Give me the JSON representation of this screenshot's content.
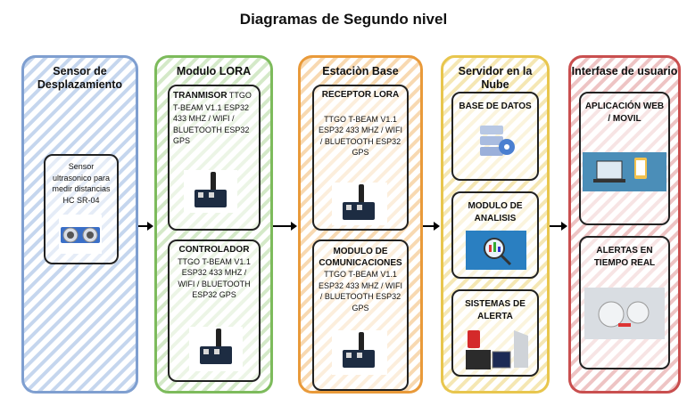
{
  "title": "Diagramas de Segundo nivel",
  "lanes": {
    "sensor": {
      "title": "Sensor de Desplazamiento",
      "box_text": "Sensor ultrasonico para medir distancias HC SR-04",
      "image": "ultrasonic-sensor-image",
      "color": "#7f9fd0"
    },
    "lora": {
      "title": "Modulo LORA",
      "transmitter_title": "TRANMISOR",
      "transmitter_text": "TTGO T-BEAM V1.1 ESP32 433 MHZ / WIFI / BLUETOOTH ESP32 GPS",
      "controller_title": "CONTROLADOR",
      "controller_text": "TTGO T-BEAM V1.1 ESP32 433 MHZ / WIFI / BLUETOOTH ESP32 GPS",
      "color": "#7dbb5c"
    },
    "station": {
      "title": "Estaciòn Base",
      "receiver_title": "RECEPTOR LORA",
      "receiver_text": "TTGO T-BEAM V1.1 ESP32 433 MHZ / WIFI / BLUETOOTH ESP32 GPS",
      "comm_title": "MODULO DE COMUNICACIONES",
      "comm_text": "TTGO T-BEAM V1.1 ESP32 433 MHZ / WIFI / BLUETOOTH ESP32 GPS",
      "color": "#e99a3a"
    },
    "cloud": {
      "title": "Servidor en la Nube",
      "db_title": "BASE DE DATOS",
      "analysis_title": "MODULO DE ANALISIS",
      "alert_title": "SISTEMAS DE ALERTA",
      "color": "#e8c64e"
    },
    "user": {
      "title": "Interfase de usuario",
      "app_title": "APLICACIÓN WEB / MOVIL",
      "alerts_title": "ALERTAS EN TIEMPO REAL",
      "color": "#c94f4f"
    }
  }
}
